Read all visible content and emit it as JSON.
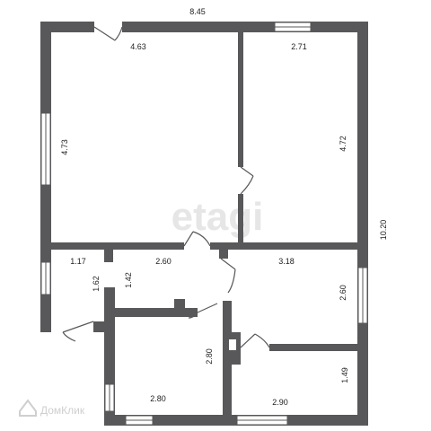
{
  "plan": {
    "overall_width": "8.45",
    "overall_height": "10.20",
    "rooms": [
      {
        "id": "room-top-left",
        "width": "4.63",
        "height": "4.73"
      },
      {
        "id": "room-top-right",
        "width": "2.71",
        "height": "4.72"
      },
      {
        "id": "room-small-left",
        "width": "1.17",
        "height": "1.62"
      },
      {
        "id": "corridor",
        "width": "2.60",
        "height": "1.42"
      },
      {
        "id": "room-mid-right",
        "width": "3.18",
        "height": "2.60"
      },
      {
        "id": "room-bottom-left",
        "width": "2.80",
        "height": "2.80"
      },
      {
        "id": "room-bottom-right",
        "width": "2.90",
        "height": "1.49"
      }
    ]
  },
  "watermark": "etagi",
  "logo": {
    "text": "ДомКлик",
    "icon": "domclick-house-icon"
  },
  "colors": {
    "wall": "#58585a",
    "window": "#ffffff",
    "door_line": "#58585a"
  }
}
